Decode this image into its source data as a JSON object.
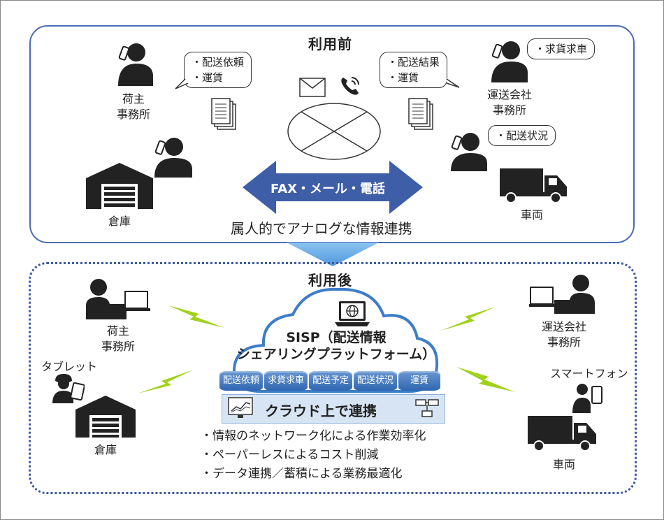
{
  "before": {
    "title": "利用前",
    "shipper_label_l1": "荷主",
    "shipper_label_l2": "事務所",
    "warehouse_label": "倉庫",
    "carrier_label_l1": "運送会社",
    "carrier_label_l2": "事務所",
    "vehicle_label": "車両",
    "bubble_shipper": [
      "・配送依頼",
      "・運賃"
    ],
    "bubble_result": [
      "・配送結果",
      "・運賃"
    ],
    "bubble_carrier": "・求貨求車",
    "bubble_driver": "・配送状況",
    "arrow_text": "FAX・メール・電話",
    "caption": "属人的でアナログな情報連携"
  },
  "after": {
    "title": "利用後",
    "shipper_label_l1": "荷主",
    "shipper_label_l2": "事務所",
    "tablet_label": "タブレット",
    "warehouse_label": "倉庫",
    "carrier_label_l1": "運送会社",
    "carrier_label_l2": "事務所",
    "smartphone_label": "スマートフォン",
    "vehicle_label": "車両",
    "cloud_title_l1": "SISP（配送情報",
    "cloud_title_l2": "シェアリングプラットフォーム）",
    "databases": [
      "配送依頼",
      "求貨求車",
      "配送予定",
      "配送状況",
      "運賃"
    ],
    "cloud_banner": "クラウド上で連携",
    "benefits": [
      "・情報のネットワーク化による作業効率化",
      "・ペーパーレスによるコスト削減",
      "・データ連携／蓄積による業務最適化"
    ]
  },
  "colors": {
    "frame_blue": "#4a6bb5",
    "arrow_blue": "#3f5ea8",
    "transition_arrow": "#5fa8e6",
    "cloud_fill": "#ffffff",
    "db_blue": "#3a75bd",
    "banner_fill": "#d6e4f3",
    "lightning": "#9fd21a"
  }
}
